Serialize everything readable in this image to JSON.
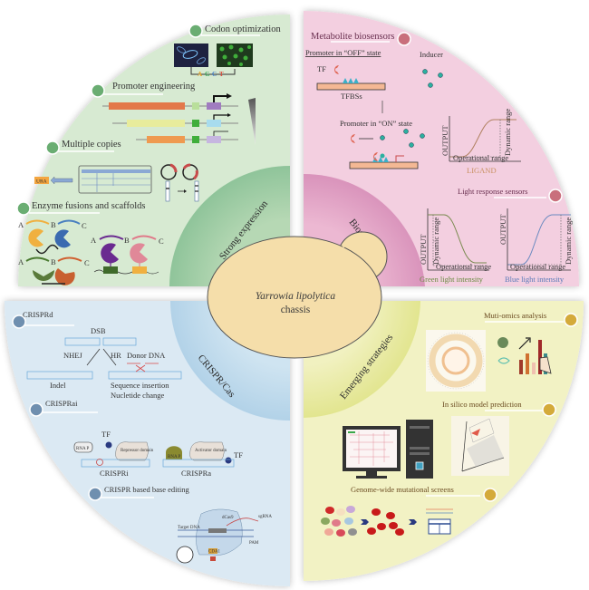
{
  "title": "Yarrowia lipolytica chassis engineering strategies",
  "center": {
    "title": "Yarrowia lipolytica",
    "subtitle": "chassis",
    "color": "#f5deaa"
  },
  "quadrants": {
    "strong_expression": {
      "label": "Strong expression",
      "colors": {
        "outer": "#d7ead2",
        "inner": "#8fc49a",
        "dot": "#6aad72"
      },
      "sections": [
        "Codon optimization",
        "Promoter engineering",
        "Multiple copies",
        "Enzyme fusions and scaffolds"
      ],
      "codon": {
        "bases": [
          "A",
          "G",
          "C",
          "T"
        ]
      },
      "multiple_copies": {
        "marker": "URA"
      },
      "enzyme": {
        "A": "A",
        "B": "B",
        "C": "C"
      }
    },
    "biosensors": {
      "label": "Biosensors",
      "colors": {
        "outer": "#f3cfe0",
        "inner": "#dc97be",
        "dot": "#c96f7c"
      },
      "sections": [
        "Metabolite biosensors",
        "Light response sensors"
      ],
      "metabolite": {
        "off_state": "Promoter in “OFF” state",
        "on_state": "Promoter in “ON” state",
        "tf": "TF",
        "tfbs": "TFBSs",
        "inducer": "Inducer",
        "y_label": "OUTPUT",
        "dynamic_range": "Dynamic range",
        "operational_range": "Operational range",
        "x_label": "LIGAND"
      },
      "light": {
        "green": {
          "y_label": "OUTPUT",
          "dynamic_range": "Dynamic range",
          "operational_range": "Operational range",
          "x_label": "Green light intensity"
        },
        "blue": {
          "y_label": "OUTPUT",
          "dynamic_range": "Dynamic range",
          "operational_range": "Operational range",
          "x_label": "Blue light intensity"
        }
      }
    },
    "crispr": {
      "label": "CRISPR/Cas",
      "colors": {
        "outer": "#dbe9f3",
        "inner": "#b8d6ea",
        "dot": "#6f8faf"
      },
      "sections": [
        "CRISPRd",
        "CRISPRai",
        "CRISPR based base editing"
      ],
      "crisprd": {
        "dsb": "DSB",
        "nhej": "NHEJ",
        "hr": "HR",
        "donor": "Donor DNA",
        "indel": "Indel",
        "insertion": "Sequence insertion",
        "change": "Nucletide change"
      },
      "crisprai": {
        "tf": "TF",
        "rnap": "RNA P",
        "repressor": "Repressor domain",
        "activator": "Activator domain",
        "crispri": "CRISPRi",
        "crispra": "CRISPRa"
      },
      "base_editing": {
        "dcas9": "dCas9",
        "sgrna": "sgRNA",
        "target": "Target DNA",
        "pam": "PAM",
        "cda": "CDA1"
      }
    },
    "emerging": {
      "label": "Emerging strategies",
      "colors": {
        "outer": "#f2f2c4",
        "inner": "#e6e89a",
        "dot": "#d4aa3a"
      },
      "sections": [
        "Muti-omics analysis",
        "In silico model prediction",
        "Genome-wide mutational screens"
      ]
    }
  }
}
